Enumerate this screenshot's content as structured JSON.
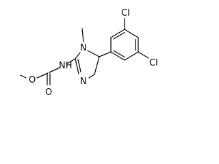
{
  "molecule": {
    "atom_labels": {
      "carbamate_ether_o": "O",
      "carbamate_carbonyl_o": "O",
      "carbamate_nh": "NH",
      "ring_n_methyl": "N",
      "ring_n_imine": "N",
      "chlorine_top": "Cl",
      "chlorine_bottom": "Cl"
    }
  }
}
